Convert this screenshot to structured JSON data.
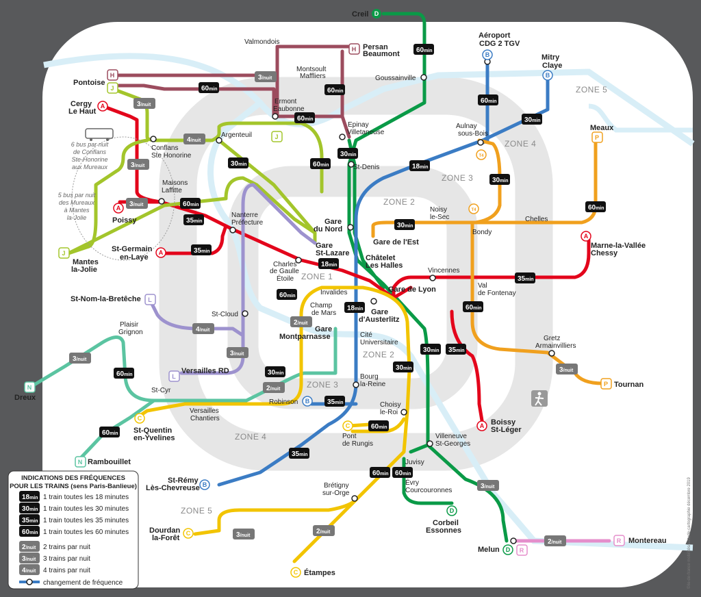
{
  "zones": [
    "ZONE 1",
    "ZONE 2",
    "ZONE 2",
    "ZONE 3",
    "ZONE 3",
    "ZONE 4",
    "ZONE 4",
    "ZONE 5",
    "ZONE 5"
  ],
  "colors": {
    "background": "#58595b",
    "zone_bg": "#e5e5e5",
    "rer_A": "#e3051b",
    "rer_B": "#3b7cc4",
    "rer_C": "#f2c400",
    "rer_D": "#0a9a47",
    "rer_E": "#d6a0c6",
    "line_H": "#9c4c5e",
    "line_J": "#a3c52b",
    "line_L": "#9d92ce",
    "line_N": "#5bc4a1",
    "line_P": "#f0a01e",
    "line_R": "#e58ecb",
    "line_T4": "#f0a01e",
    "seine": "#d8eef7"
  },
  "stations": {
    "creil": "Creil",
    "persan1": "Persan",
    "persan2": "Beaumont",
    "valmondois": "Valmondois",
    "montsoult1": "Montsoult",
    "montsoult2": "Maffliers",
    "goussainville": "Goussainville",
    "cdg1": "Aéroport",
    "cdg2": "CDG 2 TGV",
    "mitry1": "Mitry",
    "mitry2": "Claye",
    "pontoise": "Pontoise",
    "cergy1": "Cergy",
    "cergy2": "Le Haut",
    "ermont1": "Ermont",
    "ermont2": "Eaubonne",
    "epinay1": "Epinay",
    "epinay2": "Villetaneuse",
    "aulnay1": "Aulnay",
    "aulnay2": "sous-Bois",
    "meaux": "Meaux",
    "argenteuil": "Argenteuil",
    "conflans1": "Conflans",
    "conflans2": "Ste Honorine",
    "stdenis": "St-Denis",
    "maisons1": "Maisons",
    "maisons2": "Laffitte",
    "poissy": "Poissy",
    "nanterre1": "Nanterre",
    "nanterre2": "Préfecture",
    "noisy1": "Noisy",
    "noisy2": "le-Sec",
    "chelles": "Chelles",
    "bondy": "Bondy",
    "gdn1": "Gare",
    "gdn2": "du Nord",
    "gde": "Gare de l'Est",
    "mantes1": "Mantes",
    "mantes2": "la-Jolie",
    "stgermain1": "St-Germain",
    "stgermain2": "en-Laye",
    "gsl1": "Gare",
    "gsl2": "St-Lazare",
    "chatelet1": "Châtelet",
    "chatelet2": "Les Halles",
    "mlv1": "Marne-la-Vallée",
    "mlv2": "Chessy",
    "cdg_etoile1": "Charles",
    "cdg_etoile2": "de Gaulle",
    "cdg_etoile3": "Étoile",
    "vincennes": "Vincennes",
    "invalides": "Invalides",
    "gdl": "Gare de Lyon",
    "valfont1": "Val",
    "valfont2": "de Fontenay",
    "stnom": "St-Nom-la-Bretêche",
    "champ1": "Champ",
    "champ2": "de Mars",
    "gda1": "Gare",
    "gda2": "d'Austerlitz",
    "stcloud": "St-Cloud",
    "plaisir1": "Plaisir",
    "plaisir2": "Grignon",
    "gm1": "Gare",
    "gm2": "Montparnasse",
    "cite1": "Cité",
    "cite2": "Universitaire",
    "gretz1": "Gretz",
    "gretz2": "Armainvilliers",
    "versrd": "Versailles RD",
    "dreux": "Dreux",
    "bourg1": "Bourg",
    "bourg2": "la-Reine",
    "tournan": "Tournan",
    "stcyr": "St-Cyr",
    "robinson": "Robinson",
    "versch1": "Versailles",
    "versch2": "Chantiers",
    "choisy1": "Choisy",
    "choisy2": "le-Roi",
    "sqy1": "St-Quentin",
    "sqy2": "en-Yvelines",
    "boissy1": "Boissy",
    "boissy2": "St-Léger",
    "rungis1": "Pont",
    "rungis2": "de Rungis",
    "villeneuve1": "Villeneuve",
    "villeneuve2": "St-Georges",
    "rambouillet": "Rambouillet",
    "juvisy": "Juvisy",
    "stremy1": "St-Rémy",
    "stremy2": "Lès-Chevreuse",
    "bretigny1": "Brétigny",
    "bretigny2": "sur-Orge",
    "evry1": "Évry",
    "evry2": "Courcouronnes",
    "corbeil1": "Corbeil",
    "corbeil2": "Essonnes",
    "dourdan1": "Dourdan",
    "dourdan2": "la-Forêt",
    "etampes": "Étampes",
    "melun": "Melun",
    "montereau": "Montereau"
  },
  "notes": {
    "bus1": [
      "6 bus par nuit",
      "de Conflans",
      "Ste-Honorine",
      "aux Mureaux"
    ],
    "bus2": [
      "5 bus par nuit",
      "des Mureaux",
      "à Mantes",
      "la-Jolie"
    ]
  },
  "legend": {
    "title1": "INDICATIONS DES FRÉQUENCES",
    "title2": "POUR LES TRAINS (sens Paris-Banlieue)",
    "rows": [
      {
        "num": "18",
        "unit": "min",
        "text": "1 train toutes les 18 minutes"
      },
      {
        "num": "30",
        "unit": "min",
        "text": "1 train toutes les 30 minutes"
      },
      {
        "num": "35",
        "unit": "min",
        "text": "1 train toutes les 35 minutes"
      },
      {
        "num": "60",
        "unit": "min",
        "text": "1 train toutes les 60 minutes"
      },
      {
        "num": "2",
        "unit": "/nuit",
        "text": "2 trains par nuit"
      },
      {
        "num": "3",
        "unit": "/nuit",
        "text": "3 trains par nuit"
      },
      {
        "num": "4",
        "unit": "/nuit",
        "text": "4 trains par nuit"
      }
    ],
    "change": "changement de fréquence"
  },
  "credit": "©ile-de-france mobilités/latitude-cartographie décembre 2019"
}
